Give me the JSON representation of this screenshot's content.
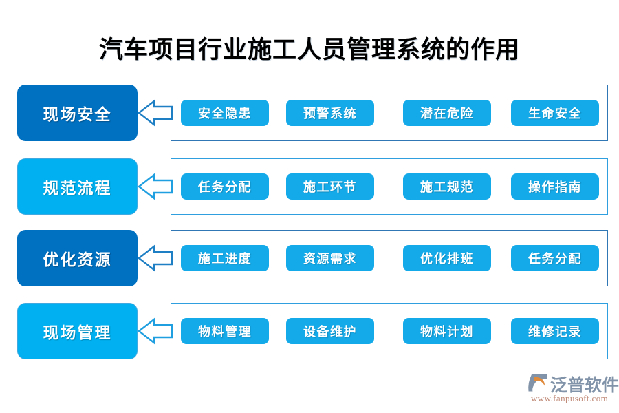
{
  "page": {
    "title": "汽车项目行业施工人员管理系统的作用",
    "background_color": "#ffffff"
  },
  "colors": {
    "category_dark": "#0070c0",
    "category_light": "#00b0f0",
    "pill": "#14a9e8",
    "container_border": "#2f9fe0",
    "container_border_strong": "#2f78b5",
    "arrow_stroke": "#1f7fc4",
    "title_color": "#000000",
    "logo_gray": "#8193a8",
    "logo_orange": "#e08a3c"
  },
  "rows": [
    {
      "id": "site-safety",
      "label": "现场安全",
      "label_style": "dark",
      "border_style": "strong",
      "items": [
        "安全隐患",
        "预警系统",
        "潜在危险",
        "生命安全"
      ]
    },
    {
      "id": "standard-process",
      "label": "规范流程",
      "label_style": "light",
      "border_style": "normal",
      "items": [
        "任务分配",
        "施工环节",
        "施工规范",
        "操作指南"
      ]
    },
    {
      "id": "optimize-resources",
      "label": "优化资源",
      "label_style": "dark",
      "border_style": "strong",
      "items": [
        "施工进度",
        "资源需求",
        "优化排班",
        "任务分配"
      ]
    },
    {
      "id": "site-management",
      "label": "现场管理",
      "label_style": "light",
      "border_style": "normal",
      "items": [
        "物料管理",
        "设备维护",
        "物料计划",
        "维修记录"
      ]
    }
  ],
  "logo": {
    "name": "泛普软件",
    "url": "www.fanpusoft.com"
  },
  "watermark": {
    "name": "泛普软件",
    "url": "www.fanpusoft.com"
  }
}
